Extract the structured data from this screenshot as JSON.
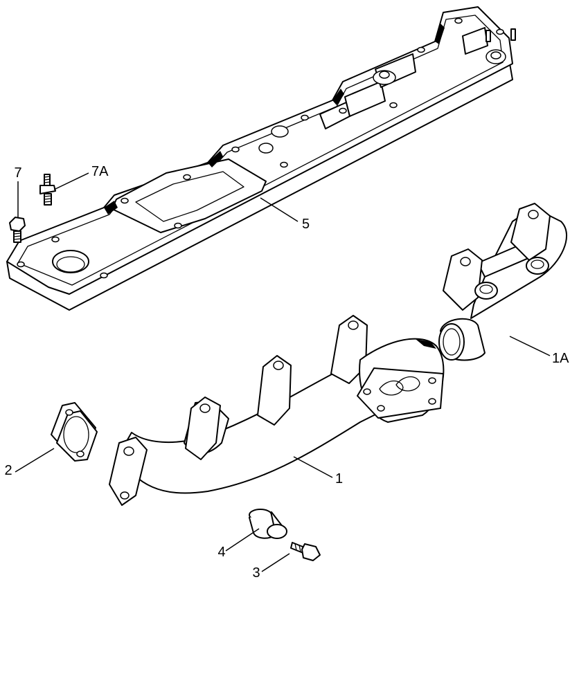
{
  "callouts": [
    {
      "id": "7",
      "text": "7"
    },
    {
      "id": "7A",
      "text": "7A"
    },
    {
      "id": "5",
      "text": "5"
    },
    {
      "id": "1A",
      "text": "1A"
    },
    {
      "id": "2",
      "text": "2"
    },
    {
      "id": "1",
      "text": "1"
    },
    {
      "id": "4",
      "text": "4"
    },
    {
      "id": "3",
      "text": "3"
    }
  ]
}
